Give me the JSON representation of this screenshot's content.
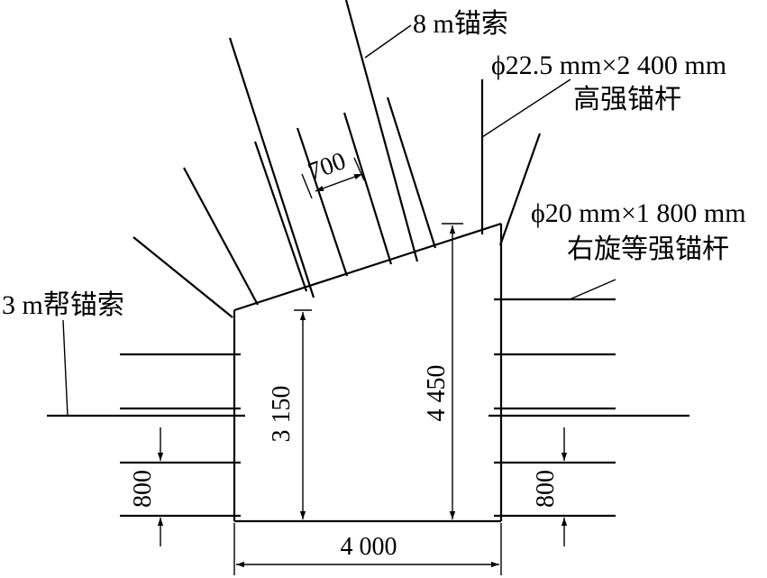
{
  "labels": {
    "cable_8m": "8 m锚索",
    "bolt_high_line1": "ϕ22.5 mm×2 400 mm",
    "bolt_high_line2": "高强锚杆",
    "bolt_right_line1": "ϕ20 mm×1 800 mm",
    "bolt_right_line2": "右旋等强锚杆",
    "cable_3m": "3 m帮锚索"
  },
  "dimensions": {
    "spacing_700": "700",
    "height_left": "3 150",
    "height_right": "4 450",
    "width_bottom": "4 000",
    "spacing_left": "800",
    "spacing_right": "800"
  }
}
